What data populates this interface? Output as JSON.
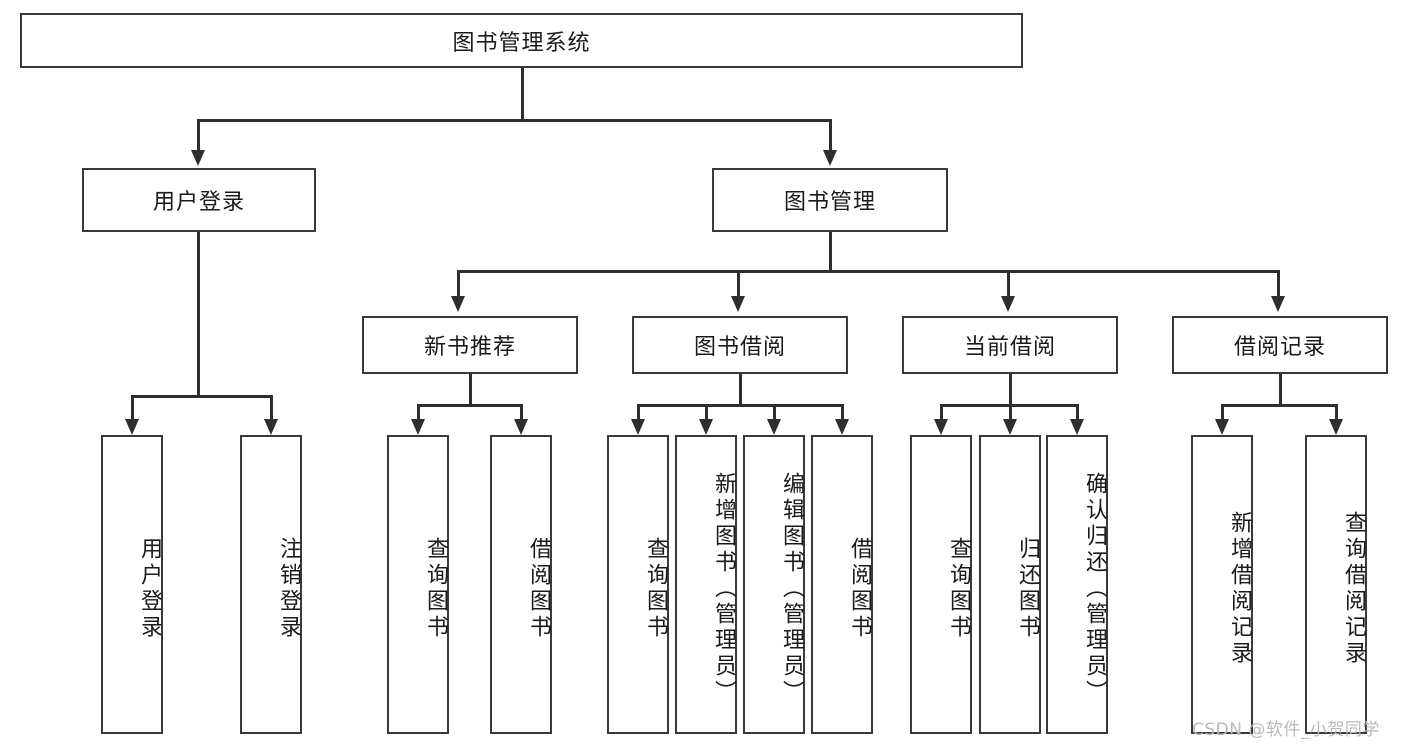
{
  "diagram": {
    "type": "tree",
    "title": "图书管理系统",
    "root": {
      "label": "图书管理系统"
    },
    "level2": [
      {
        "label": "用户登录"
      },
      {
        "label": "图书管理"
      }
    ],
    "level3": [
      {
        "label": "新书推荐"
      },
      {
        "label": "图书借阅"
      },
      {
        "label": "当前借阅"
      },
      {
        "label": "借阅记录"
      }
    ],
    "leaves": {
      "user_login": [
        {
          "label": "用户登录"
        },
        {
          "label": "注销登录"
        }
      ],
      "new_book_recommend": [
        {
          "label": "查询图书"
        },
        {
          "label": "借阅图书"
        }
      ],
      "book_borrow": [
        {
          "label": "查询图书"
        },
        {
          "label": "新增图书（管理员）"
        },
        {
          "label": "编辑图书（管理员）"
        },
        {
          "label": "借阅图书"
        }
      ],
      "current_borrow": [
        {
          "label": "查询图书"
        },
        {
          "label": "归还图书"
        },
        {
          "label": "确认归还（管理员）"
        }
      ],
      "borrow_record": [
        {
          "label": "新增借阅记录"
        },
        {
          "label": "查询借阅记录"
        }
      ]
    }
  },
  "watermark": {
    "text": "CSDN @软件_小贺同学"
  },
  "colors": {
    "box_border": "#3a3a3a",
    "edge": "#2e2e2e",
    "text": "#1a1a1a",
    "background": "#ffffff",
    "watermark": "#b9b9b9"
  }
}
